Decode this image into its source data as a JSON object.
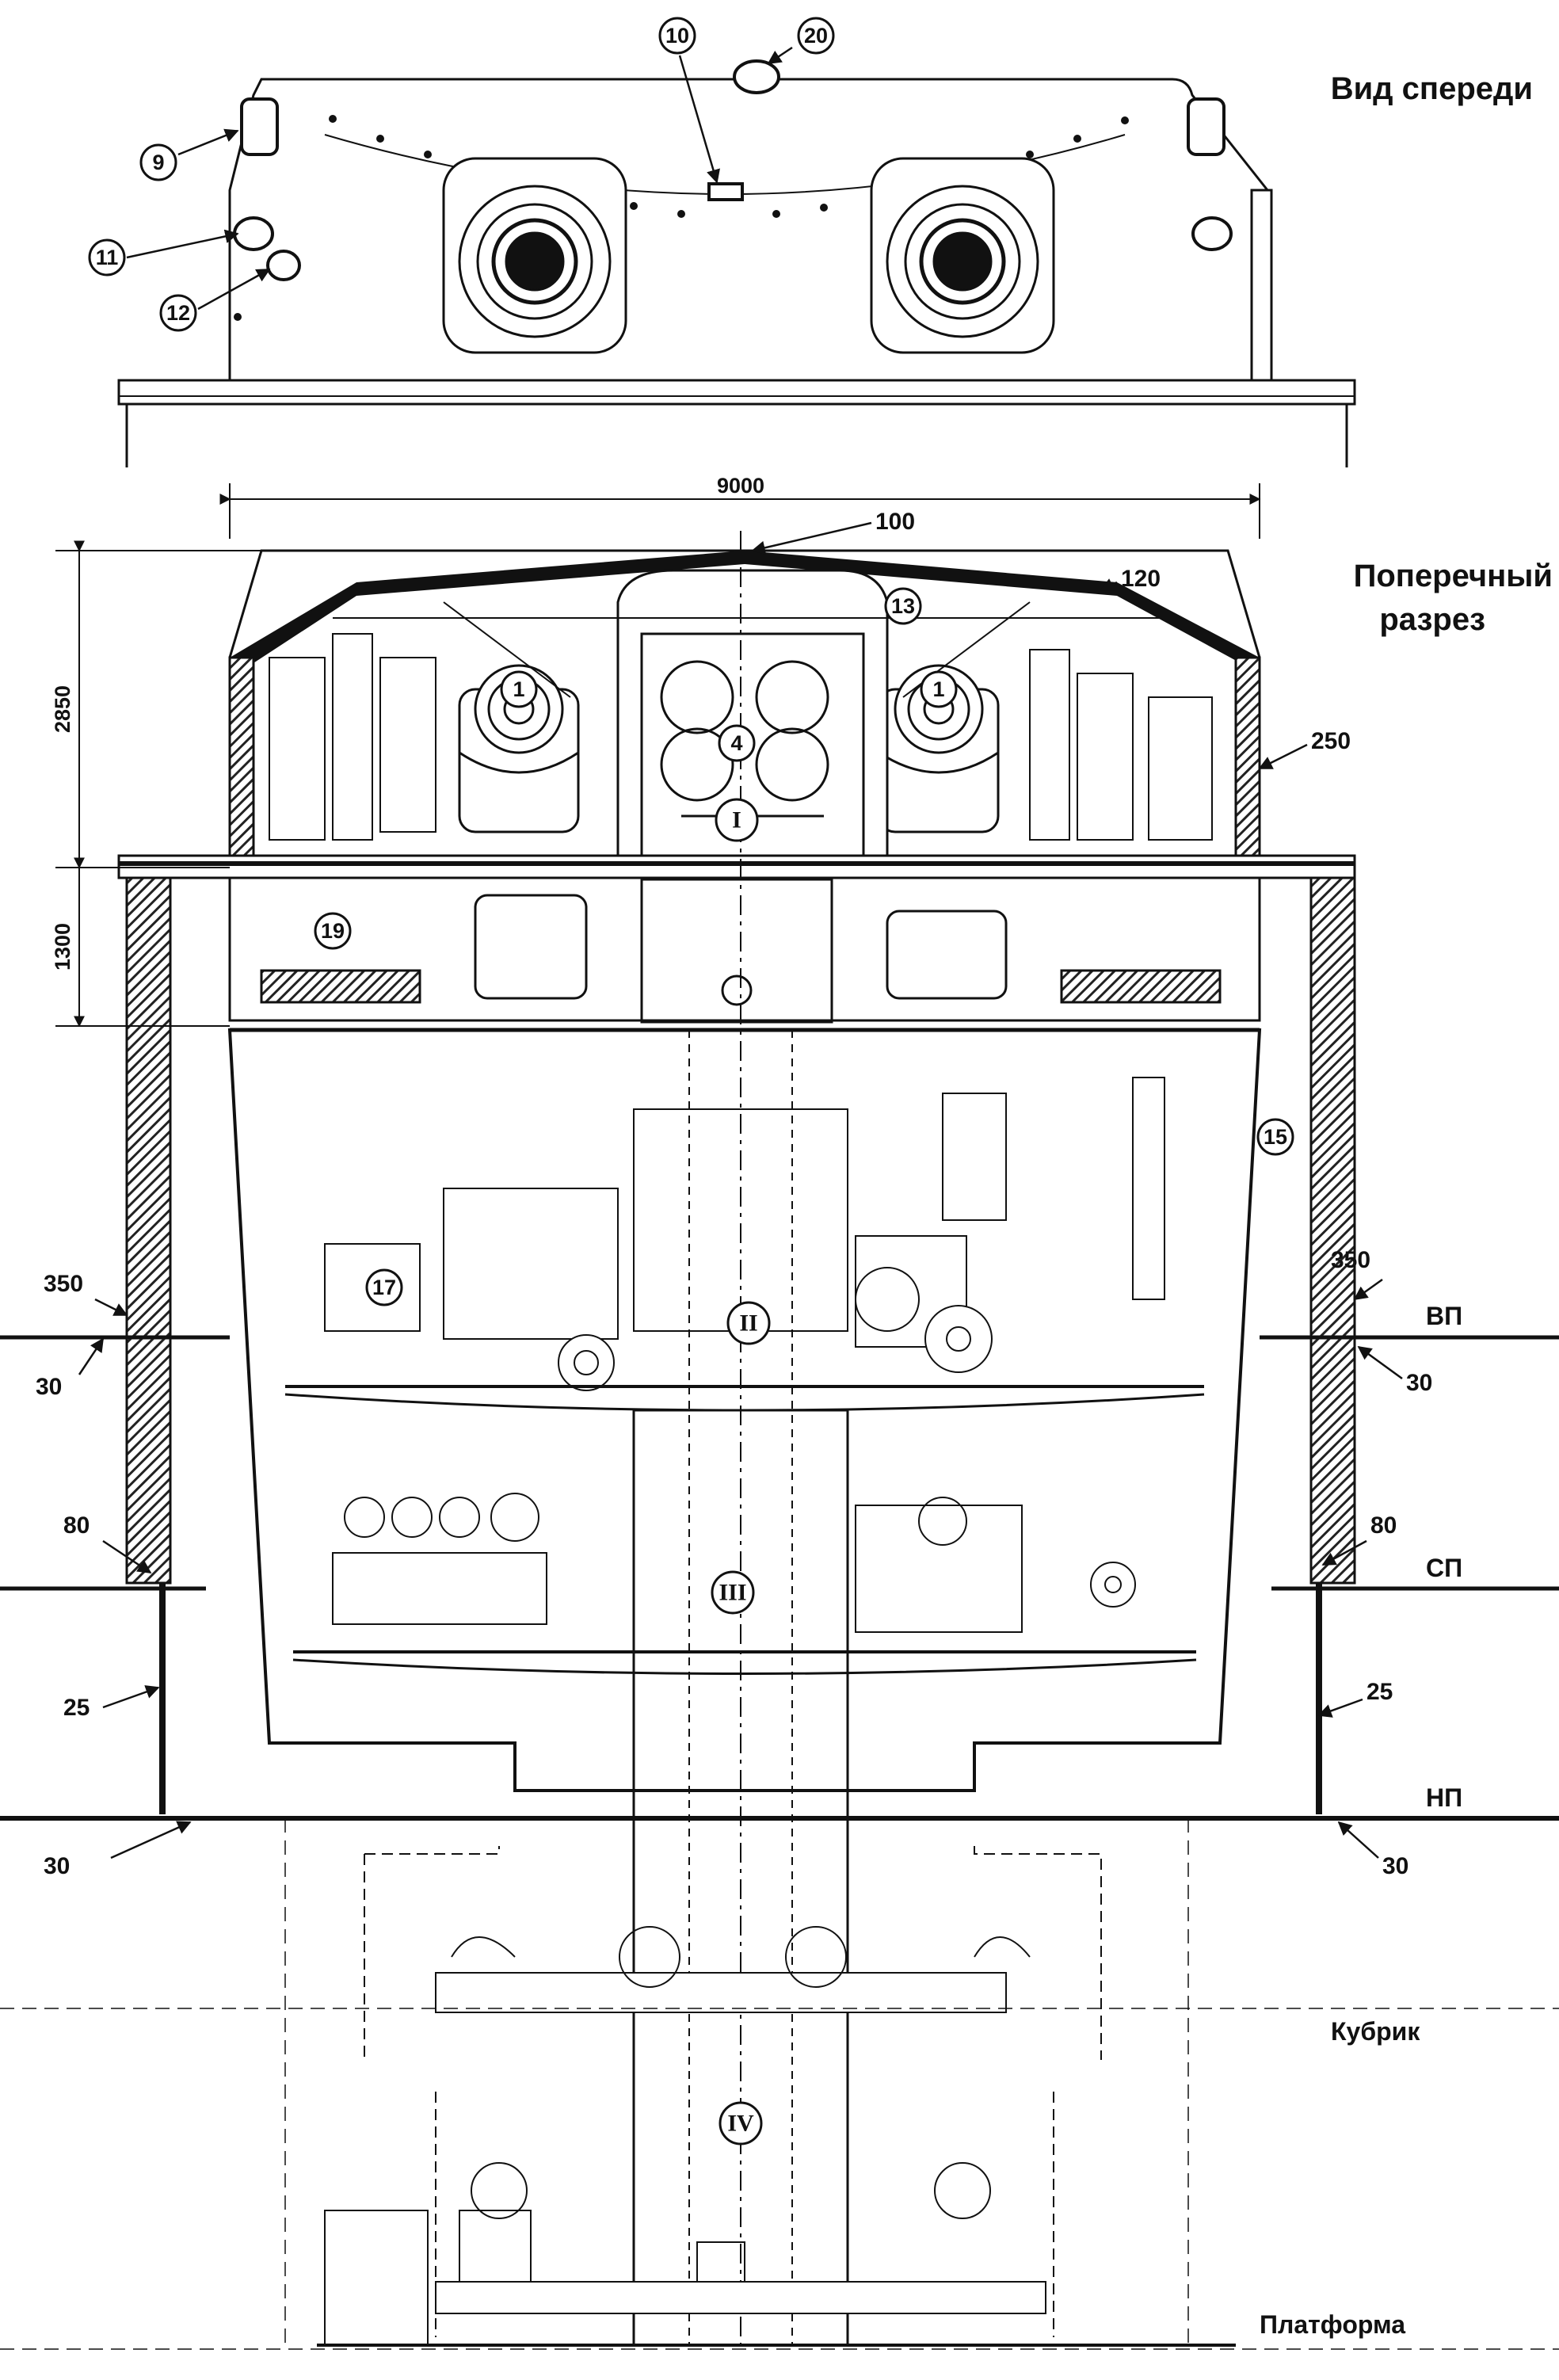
{
  "titles": {
    "front_view": "Вид спереди",
    "cross_section_l1": "Поперечный",
    "cross_section_l2": "разрез"
  },
  "dimensions": {
    "width": "9000",
    "height_upper": "2850",
    "height_lower": "1300"
  },
  "thickness_labels": {
    "roof": "100",
    "roof_slope": "120",
    "side_wall": "250",
    "barbette_left": "350",
    "barbette_right": "350",
    "upper_deck_left": "30",
    "upper_deck_right": "30",
    "middle_left": "80",
    "middle_right": "80",
    "lower_left": "25",
    "lower_right": "25",
    "bottom_left": "30",
    "bottom_right": "30"
  },
  "deck_labels": {
    "upper_deck": "ВП",
    "middle_deck": "СП",
    "lower_deck": "НП",
    "quarters": "Кубрик",
    "platform": "Платформа"
  },
  "callouts": {
    "c1a": "1",
    "c1b": "1",
    "c4": "4",
    "c9": "9",
    "c10": "10",
    "c11": "11",
    "c12": "12",
    "c13": "13",
    "c15": "15",
    "c17": "17",
    "c19": "19",
    "c20": "20"
  },
  "levels": {
    "l1": "I",
    "l2": "II",
    "l3": "III",
    "l4": "IV"
  },
  "colors": {
    "ink": "#111111",
    "paper": "#ffffff",
    "armor_hatch": "#222222"
  }
}
